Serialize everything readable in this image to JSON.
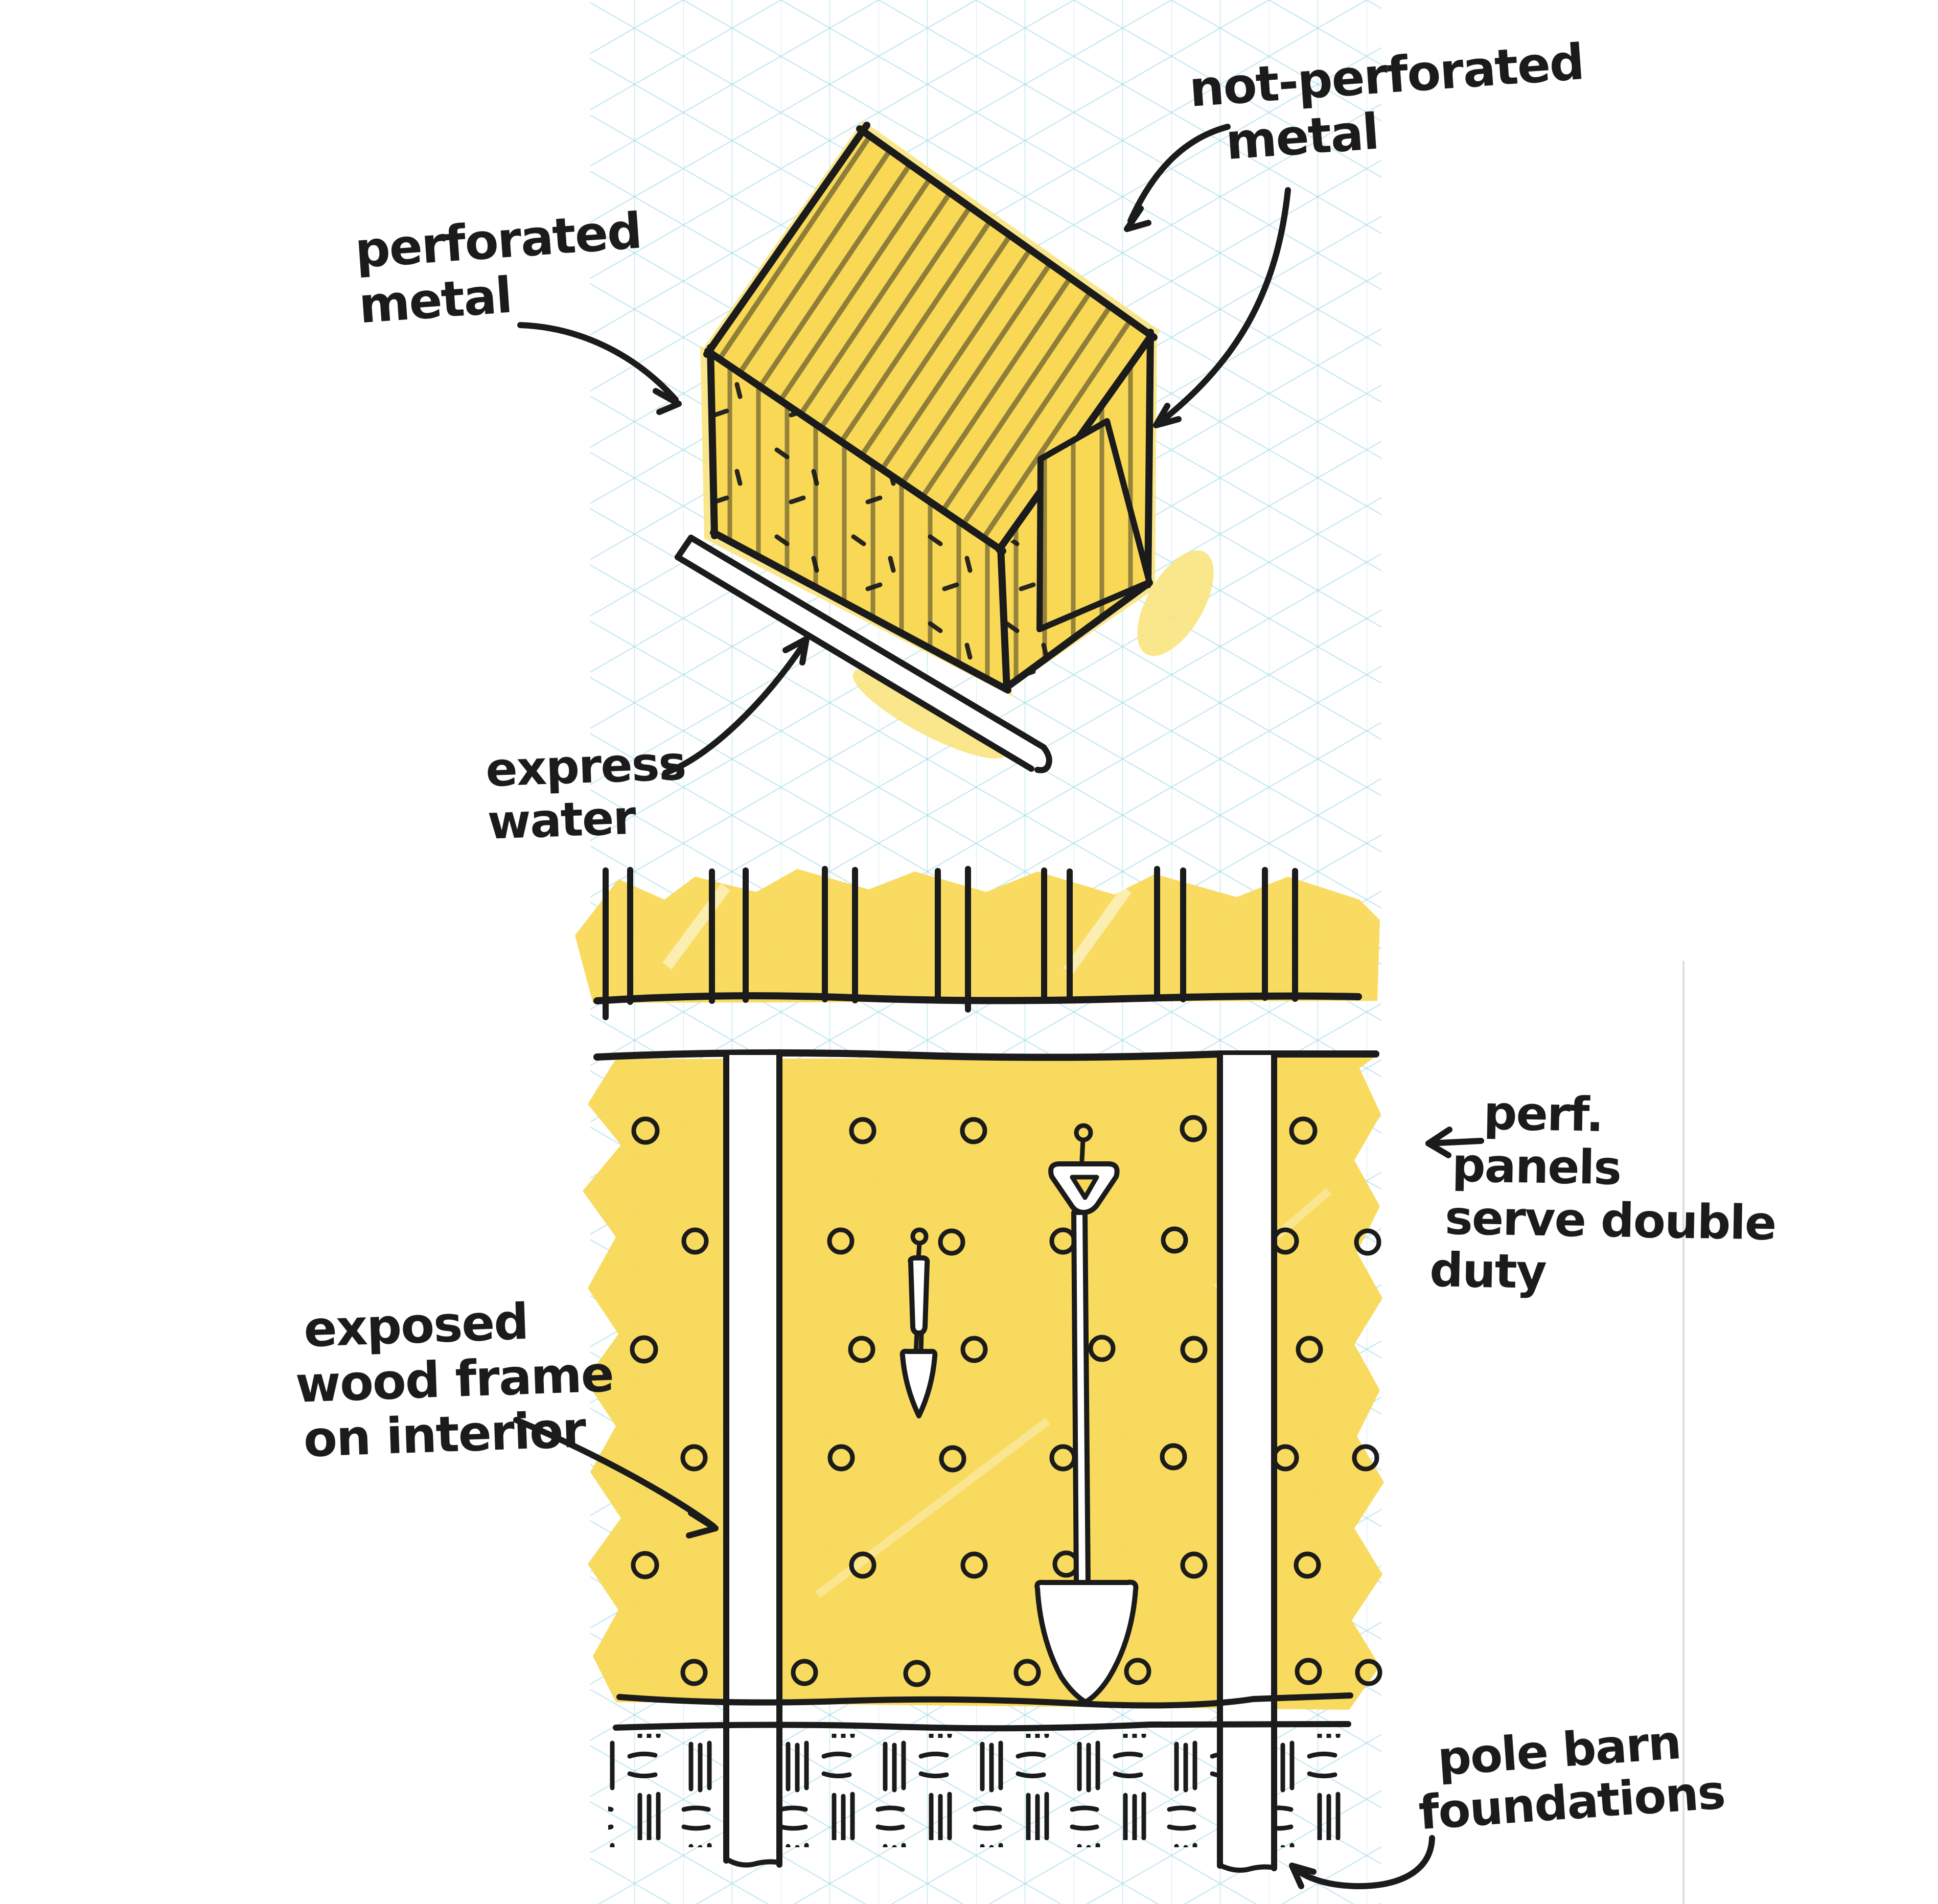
{
  "document": {
    "type": "hand-drawn architectural concept sketch",
    "subject": "perforated-metal pole barn / garden shed"
  },
  "colors": {
    "ink": "#1b1b1b",
    "highlighter": "#F8D855",
    "highlighter-light": "#FAE378",
    "olive": "#847536",
    "grid-blue": "#63c3d8",
    "paper": "#ffffff",
    "pencil-gray": "#c9c9c9"
  },
  "labels": {
    "perforated_metal": {
      "lines": [
        "perforated",
        "metal"
      ]
    },
    "not_perforated_metal": {
      "lines": [
        "not-perforated",
        "metal"
      ]
    },
    "express_water": {
      "lines": [
        "express",
        "water"
      ]
    },
    "perf_panels": {
      "lines": [
        "perf.",
        "panels",
        "serve double",
        "duty"
      ]
    },
    "exposed_wood": {
      "lines": [
        "exposed",
        "wood frame",
        "on interior"
      ]
    },
    "pole_barn": {
      "lines": [
        "pole barn",
        "foundations"
      ]
    }
  }
}
